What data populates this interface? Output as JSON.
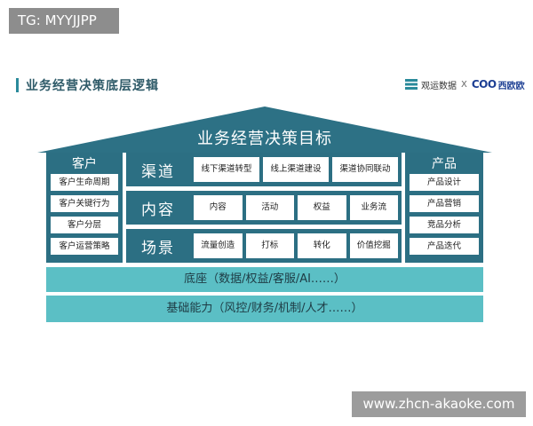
{
  "watermark_top": "TG: MYYJJPP",
  "watermark_bottom": "www.zhcn-akaoke.com",
  "heading": "业务经营决策底层逻辑",
  "brand": {
    "name1": "观运数据",
    "separator": "X",
    "logo2": "COO",
    "name2": "西欧欧"
  },
  "roof_title": "业务经营决策目标",
  "left_column": {
    "title": "客户",
    "items": [
      "客户生命周期",
      "客户关键行为",
      "客户分层",
      "客户运营策略"
    ]
  },
  "right_column": {
    "title": "产品",
    "items": [
      "产品设计",
      "产品营销",
      "竞品分析",
      "产品迭代"
    ]
  },
  "rows": [
    {
      "label": "渠道",
      "cells": [
        "线下渠道转型",
        "线上渠道建设",
        "渠道协同联动"
      ]
    },
    {
      "label": "内容",
      "cells": [
        "内容",
        "活动",
        "权益",
        "业务流"
      ]
    },
    {
      "label": "场景",
      "cells": [
        "流量创造",
        "打标",
        "转化",
        "价值挖掘"
      ]
    }
  ],
  "base_layers": [
    "底座（数据/权益/客服/AI……）",
    "基础能力（风控/财务/机制/人才……）"
  ],
  "colors": {
    "dark_teal": "#2c6f83",
    "light_teal": "#5bbfc5",
    "roof": "#2d7185"
  }
}
